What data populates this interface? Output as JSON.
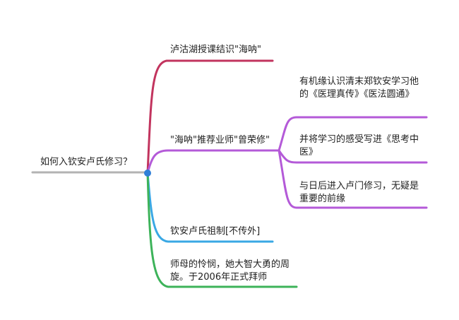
{
  "root": {
    "label": "如何入钦安卢氏修习？"
  },
  "branches": [
    {
      "id": "b1",
      "label": "泸沽湖授课结识\"海呐\"",
      "color": "#c2345e"
    },
    {
      "id": "b2",
      "label": "\"海呐\"推荐业师\"曾荣修\"",
      "color": "#b45ad8",
      "children": [
        {
          "id": "c1",
          "label": "有机缘认识清末郑钦安学习他的《医理真传》《医法圆通》"
        },
        {
          "id": "c2",
          "label": "并将学习的感受写进《思考中医》"
        },
        {
          "id": "c3",
          "label": "与日后进入卢门修习，无疑是重要的前缘"
        }
      ]
    },
    {
      "id": "b3",
      "label": "钦安卢氏祖制[不传外]",
      "color": "#3aa8e4"
    },
    {
      "id": "b4",
      "label": "师母的怜悯，她大智大勇的周旋。于2006年正式拜师",
      "color": "#3db35a"
    }
  ],
  "colors": {
    "root_line": "#b3b3b3",
    "root_node": "#2f7fd8"
  }
}
